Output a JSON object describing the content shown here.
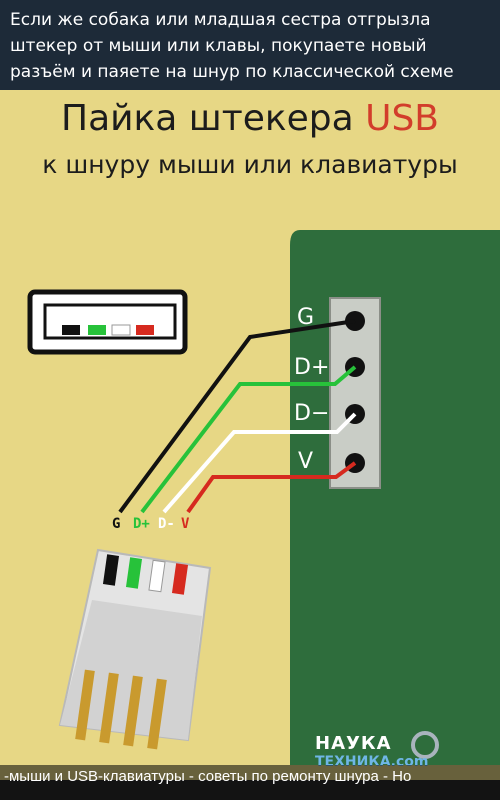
{
  "caption_top": {
    "line1": "Если же собака или младшая сестра отгрызла",
    "line2": "штекер от мыши или клавы, покупаете новый",
    "line3": "разъём и паяете на шнур по классической схеме"
  },
  "title": {
    "prefix": "Пайка штекера",
    "accent": "USB",
    "subtitle": "к шнуру мыши или клавиатуры"
  },
  "board_pins": [
    "G",
    "D+",
    "D−",
    "V"
  ],
  "plug_labels": {
    "g": "G",
    "dplus": "D+",
    "dminus": "D-",
    "v": "V"
  },
  "wire_colors": {
    "g": "#111111",
    "dplus": "#27c23a",
    "dminus": "#ffffff",
    "v": "#d62a1f"
  },
  "logo": {
    "line1": "НАУКА",
    "line2": "ТЕХНИКА.com"
  },
  "caption_bottom": "-мыши и USB-клавиатуры - советы по ремонту шнура - Но"
}
